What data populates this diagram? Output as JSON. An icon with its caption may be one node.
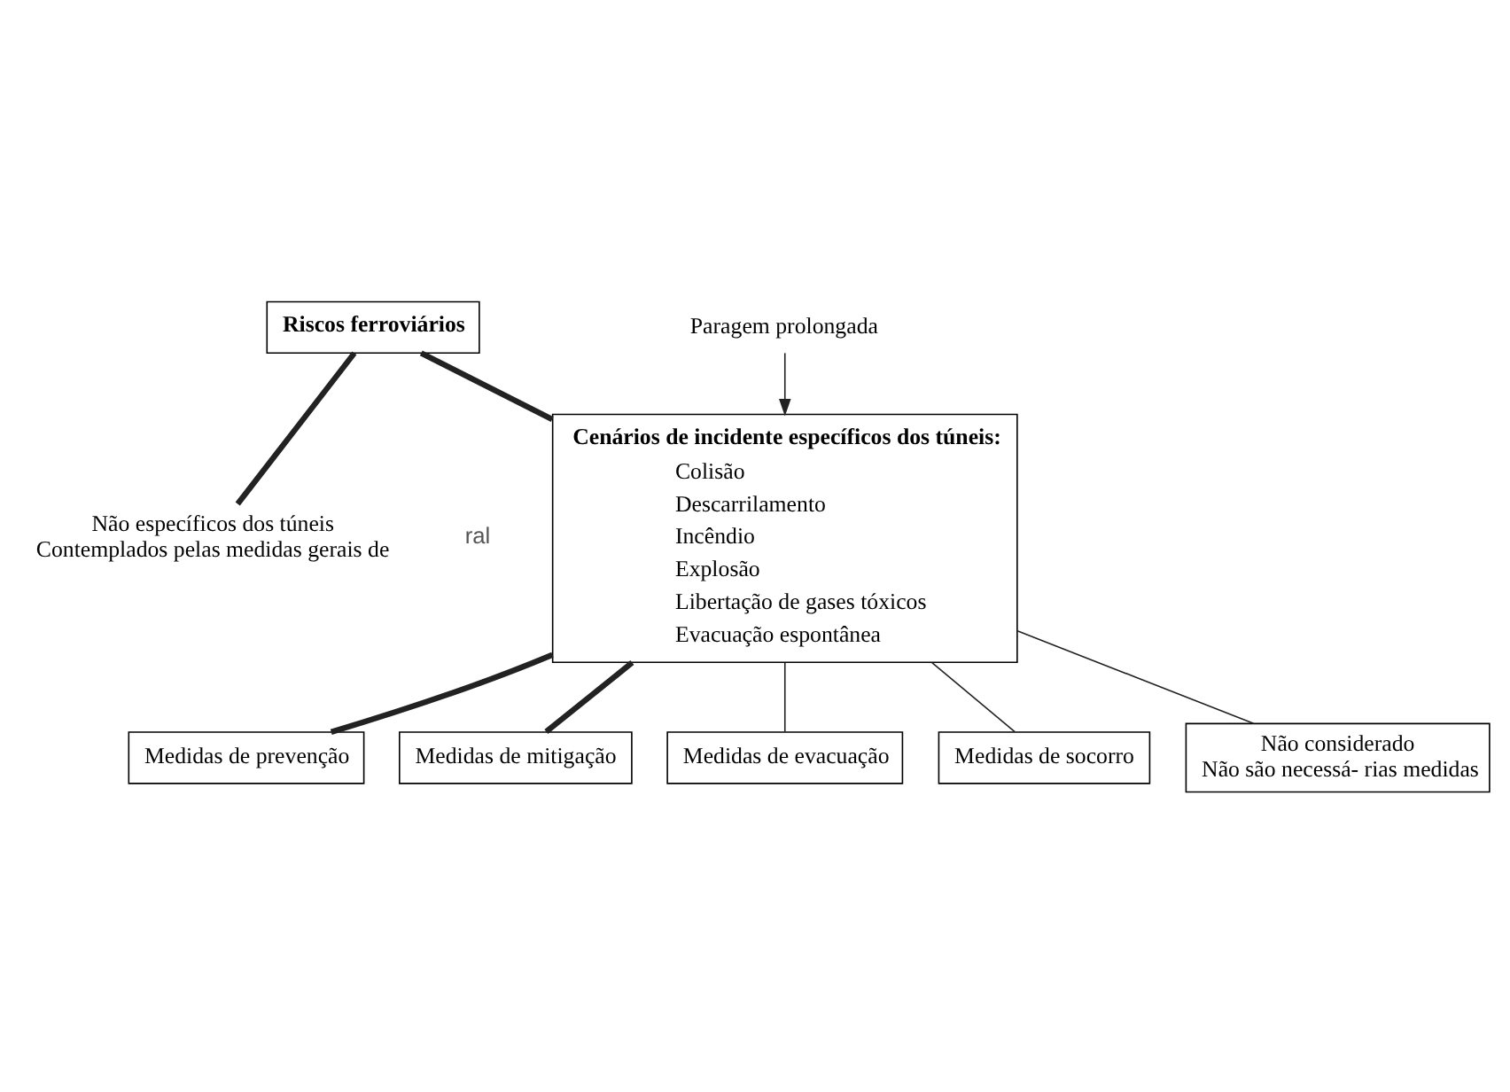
{
  "diagram": {
    "nodes": [
      {
        "text": [
          "Riscos ferroviários"
        ]
      },
      {
        "text": [
          "Não específicos dos túneis",
          "Contemplados pelas medidas gerais de"
        ]
      },
      {
        "text": [
          "Cenários de incidente específicos dos túneis:",
          "Colisão",
          "Descarrilamento",
          "Incêndio",
          "Explosão",
          "Libertação de gases tóxicos",
          "Evacuação espontânea"
        ]
      },
      {
        "text": [
          "Paragem prolongada"
        ]
      },
      {
        "text": [
          "Medidas de prevenção"
        ]
      },
      {
        "text": [
          "Medidas de mitigação"
        ]
      },
      {
        "text": [
          "Medidas de evacuação"
        ]
      },
      {
        "text": [
          "Medidas de socorro"
        ]
      },
      {
        "text": [
          "Não considerado",
          "Não são necessá- rias medidas"
        ]
      }
    ],
    "edges": [
      {
        "from": 0,
        "to": 1,
        "arrow": "none",
        "style": "thick"
      },
      {
        "from": 0,
        "to": 2,
        "arrow": "none",
        "style": "thick"
      },
      {
        "from": 3,
        "to": 2,
        "arrow": "to"
      },
      {
        "from": 2,
        "to": 4,
        "arrow": "none",
        "style": "thick"
      },
      {
        "from": 2,
        "to": 5,
        "arrow": "none",
        "style": "thick"
      },
      {
        "from": 2,
        "to": 6,
        "arrow": "none"
      },
      {
        "from": 2,
        "to": 7,
        "arrow": "none"
      },
      {
        "from": 2,
        "to": 8,
        "arrow": "none"
      }
    ],
    "labels": [
      "ral"
    ]
  }
}
